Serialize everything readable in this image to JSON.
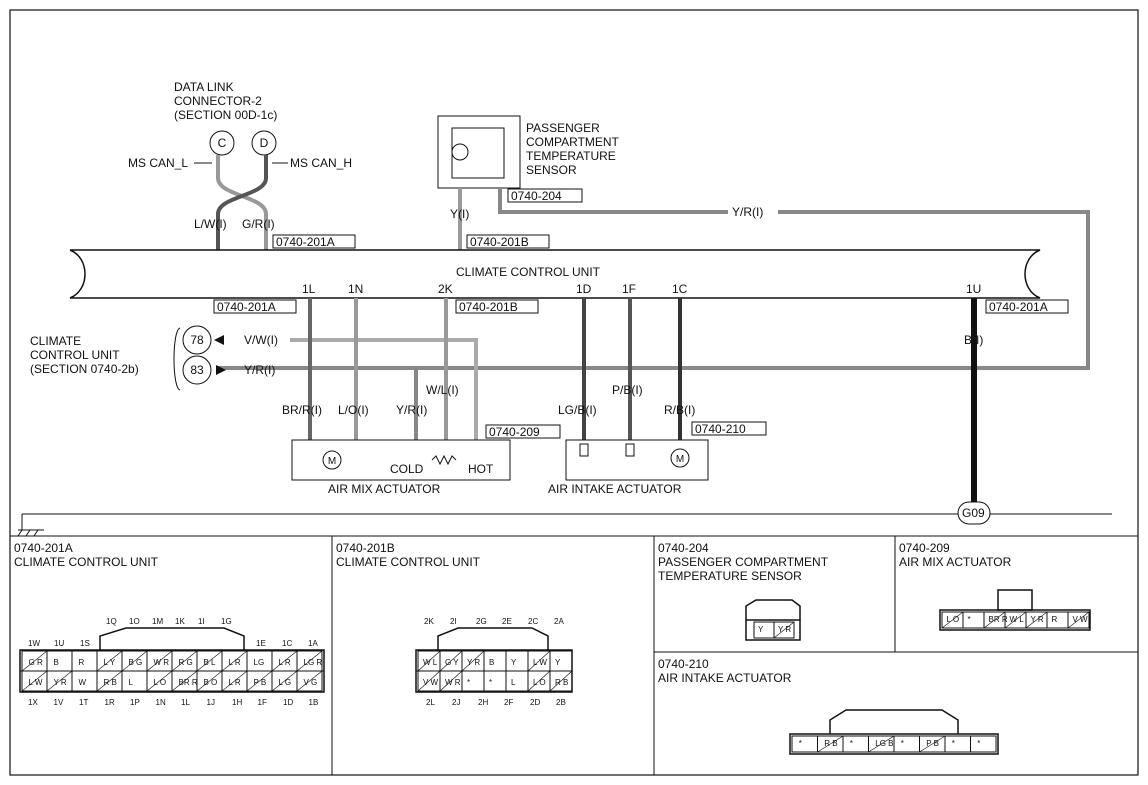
{
  "dlc": {
    "l1": "DATA LINK",
    "l2": "CONNECTOR-2",
    "l3": "(SECTION 00D-1c)",
    "pin_c": "C",
    "pin_d": "D",
    "can_l": "MS CAN_L",
    "can_h": "MS CAN_H"
  },
  "sensor": {
    "l1": "PASSENGER",
    "l2": "COMPARTMENT",
    "l3": "TEMPERATURE",
    "l4": "SENSOR",
    "connector": "0740-204"
  },
  "ccu": {
    "title": "CLIMATE CONTROL UNIT",
    "conn_a1": "0740-201A",
    "conn_b1": "0740-201B",
    "conn_a2": "0740-201A",
    "conn_b2": "0740-201B",
    "conn_a3": "0740-201A"
  },
  "wires": {
    "lw": "L/W(I)",
    "gr": "G/R(I)",
    "y": "Y(I)",
    "yr_top": "Y/R(I)",
    "vw": "V/W(I)",
    "yr_left": "Y/R(I)",
    "b": "B(I)",
    "brr": "BR/R(I)",
    "lo": "L/O(I)",
    "yr_mid": "Y/R(I)",
    "wl": "W/L(I)",
    "lgb": "LG/B(I)",
    "pb": "P/B(I)",
    "rb": "R/B(I)"
  },
  "pins": {
    "p1x": "1X",
    "p1w": "1W",
    "p2e": "2E",
    "p1l": "1L",
    "p1n": "1N",
    "p2k": "2K",
    "p1d": "1D",
    "p1f": "1F",
    "p1c": "1C",
    "p1u": "1U"
  },
  "ref": {
    "l1": "CLIMATE",
    "l2": "CONTROL UNIT",
    "l3": "(SECTION 0740-2b)",
    "n78": "78",
    "n83": "83"
  },
  "air_mix": {
    "name": "AIR MIX ACTUATOR",
    "connector": "0740-209",
    "cold": "COLD",
    "hot": "HOT",
    "motor": "M"
  },
  "air_intake": {
    "name": "AIR INTAKE ACTUATOR",
    "connector": "0740-210",
    "motor": "M"
  },
  "ground": {
    "label": "G09"
  },
  "panels": {
    "a": {
      "code": "0740-201A",
      "name": "CLIMATE CONTROL UNIT",
      "tab_pins": [
        "1Q",
        "1O",
        "1M",
        "1K",
        "1I",
        "1G"
      ],
      "top_pins_left": [
        "1W",
        "1U",
        "1S"
      ],
      "top_pins_right": [
        "1E",
        "1C",
        "1A"
      ],
      "bottom_pins": [
        "1X",
        "1V",
        "1T",
        "1R",
        "1P",
        "1N",
        "1L",
        "1J",
        "1H",
        "1F",
        "1D",
        "1B"
      ],
      "row1": [
        "G R",
        "B",
        "R",
        "L Y",
        "B G",
        "W R",
        "R G",
        "B L",
        "L R",
        "LG",
        "L R",
        "LG R"
      ],
      "row2": [
        "L W",
        "Y R",
        "W",
        "R B",
        "L",
        "L O",
        "BR R",
        "B O",
        "L R",
        "P B",
        "L G",
        "V G"
      ]
    },
    "b": {
      "code": "0740-201B",
      "name": "CLIMATE CONTROL UNIT",
      "top_pins": [
        "2K",
        "2I",
        "2G",
        "2E",
        "2C",
        "2A"
      ],
      "bottom_pins": [
        "2L",
        "2J",
        "2H",
        "2F",
        "2D",
        "2B"
      ],
      "row1": [
        "W L",
        "G Y",
        "Y R",
        "B",
        "Y",
        "L W",
        "Y"
      ],
      "row2": [
        "V W",
        "W R",
        "*",
        "*",
        "L",
        "L O",
        "R B"
      ]
    },
    "c": {
      "code": "0740-204",
      "l1": "PASSENGER COMPARTMENT",
      "l2": "TEMPERATURE SENSOR",
      "cells": [
        "Y",
        "Y R"
      ]
    },
    "d": {
      "code": "0740-209",
      "name": "AIR MIX ACTUATOR",
      "cells": [
        "L O",
        "*",
        "BR R",
        "W L",
        "Y R",
        "R",
        "V W"
      ]
    },
    "e": {
      "code": "0740-210",
      "name": "AIR INTAKE ACTUATOR",
      "cells": [
        "*",
        "R B",
        "*",
        "LG B",
        "*",
        "P B",
        "*",
        "*"
      ]
    }
  }
}
